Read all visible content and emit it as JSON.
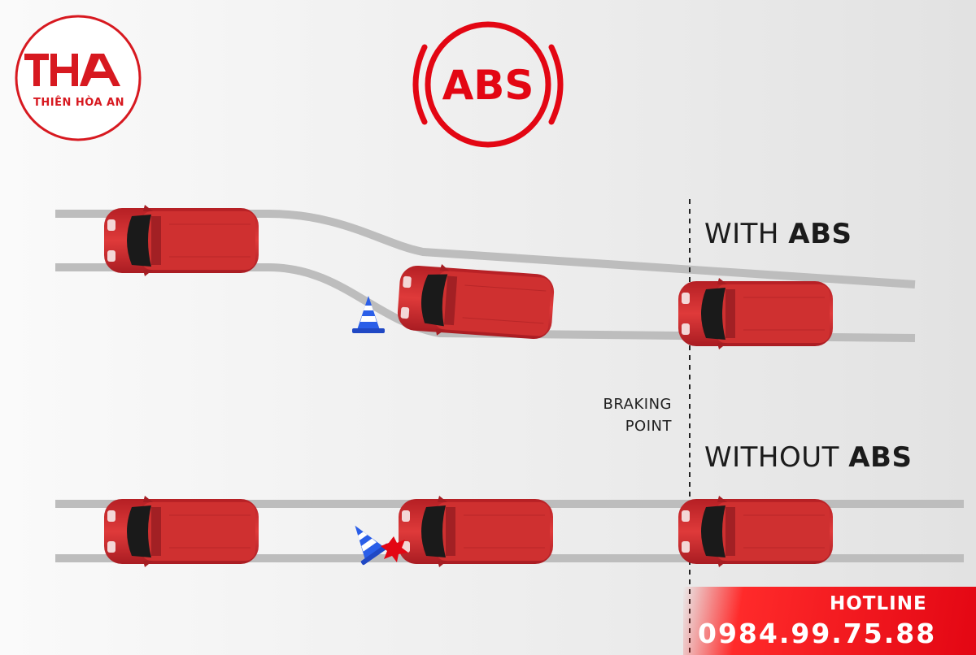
{
  "logo": {
    "brand_name": "THIÊN HÒA AN"
  },
  "badge": {
    "text": "ABS",
    "color": "#e30613"
  },
  "labels": {
    "with_prefix": "WITH ",
    "with_bold": "ABS",
    "without_prefix": "WITHOUT ",
    "without_bold": "ABS",
    "braking_line1": "BRAKING",
    "braking_line2": "POINT"
  },
  "hotline": {
    "title": "HOTLINE",
    "number": "0984.99.75.88",
    "icon": "phone-icon"
  },
  "colors": {
    "car": "#d42b2b",
    "cone": "#2a5ee8",
    "brand": "#d71920"
  }
}
